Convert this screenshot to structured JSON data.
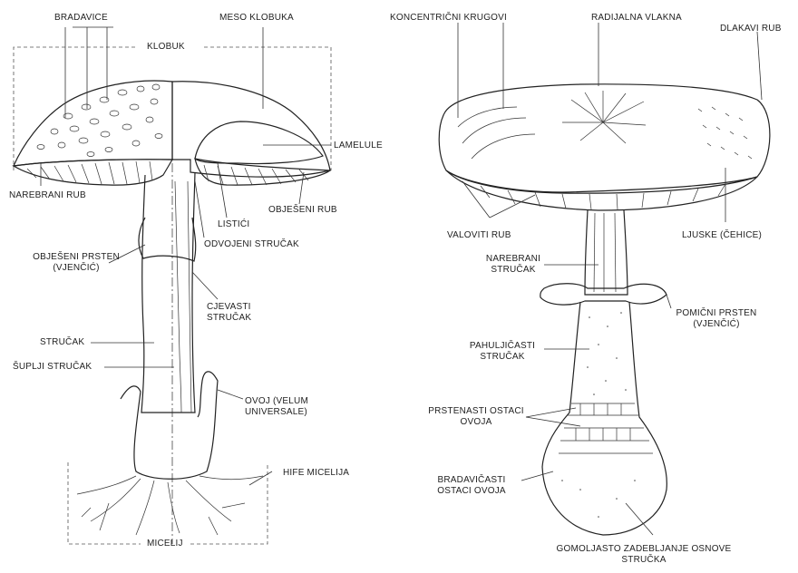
{
  "diagram": {
    "left": {
      "labels": {
        "bradavice": "BRADAVICE",
        "meso_klobuka": "MESO KLOBUKA",
        "klobuk": "KLOBUK",
        "lamelule": "LAMELULE",
        "narebrani_rub": "NAREBRANI RUB",
        "obje_eni_rub": "OBJEŠENI RUB",
        "listici": "LISTIĆI",
        "odvojeni_strucak": "ODVOJENI STRUČAK",
        "objeseni_prsten_1": "OBJEŠENI PRSTEN",
        "objeseni_prsten_2": "(VJENČIĆ)",
        "cjevasti_1": "CJEVASTI",
        "cjevasti_2": "STRUČAK",
        "strucak": "STRUČAK",
        "suplji_strucak": "ŠUPLJI STRUČAK",
        "ovoj_1": "OVOJ (VELUM",
        "ovoj_2": "UNIVERSALE)",
        "hife": "HIFE MICELIJA",
        "micelij": "MICELIJ"
      }
    },
    "right": {
      "labels": {
        "koncentricni": "KONCENTRIČNI KRUGOVI",
        "radijalna": "RADIJALNA VLAKNA",
        "dlakavi": "DLAKAVI RUB",
        "valoviti": "VALOVITI RUB",
        "ljuske": "LJUSKE (ČEHICE)",
        "narebrani_1": "NAREBRANI",
        "narebrani_2": "STRUČAK",
        "pomicni_1": "POMIČNI PRSTEN",
        "pomicni_2": "(VJENČIĆ)",
        "pahulj_1": "PAHULJIČASTI",
        "pahulj_2": "STRUČAK",
        "prstenasti_1": "PRSTENASTI OSTACI",
        "prstenasti_2": "OVOJA",
        "bradav_1": "BRADAVIČASTI",
        "bradav_2": "OSTACI OVOJA",
        "gomolj_1": "GOMOLJASTO ZADEBLJANJE OSNOVE",
        "gomolj_2": "STRUČKA"
      }
    }
  }
}
